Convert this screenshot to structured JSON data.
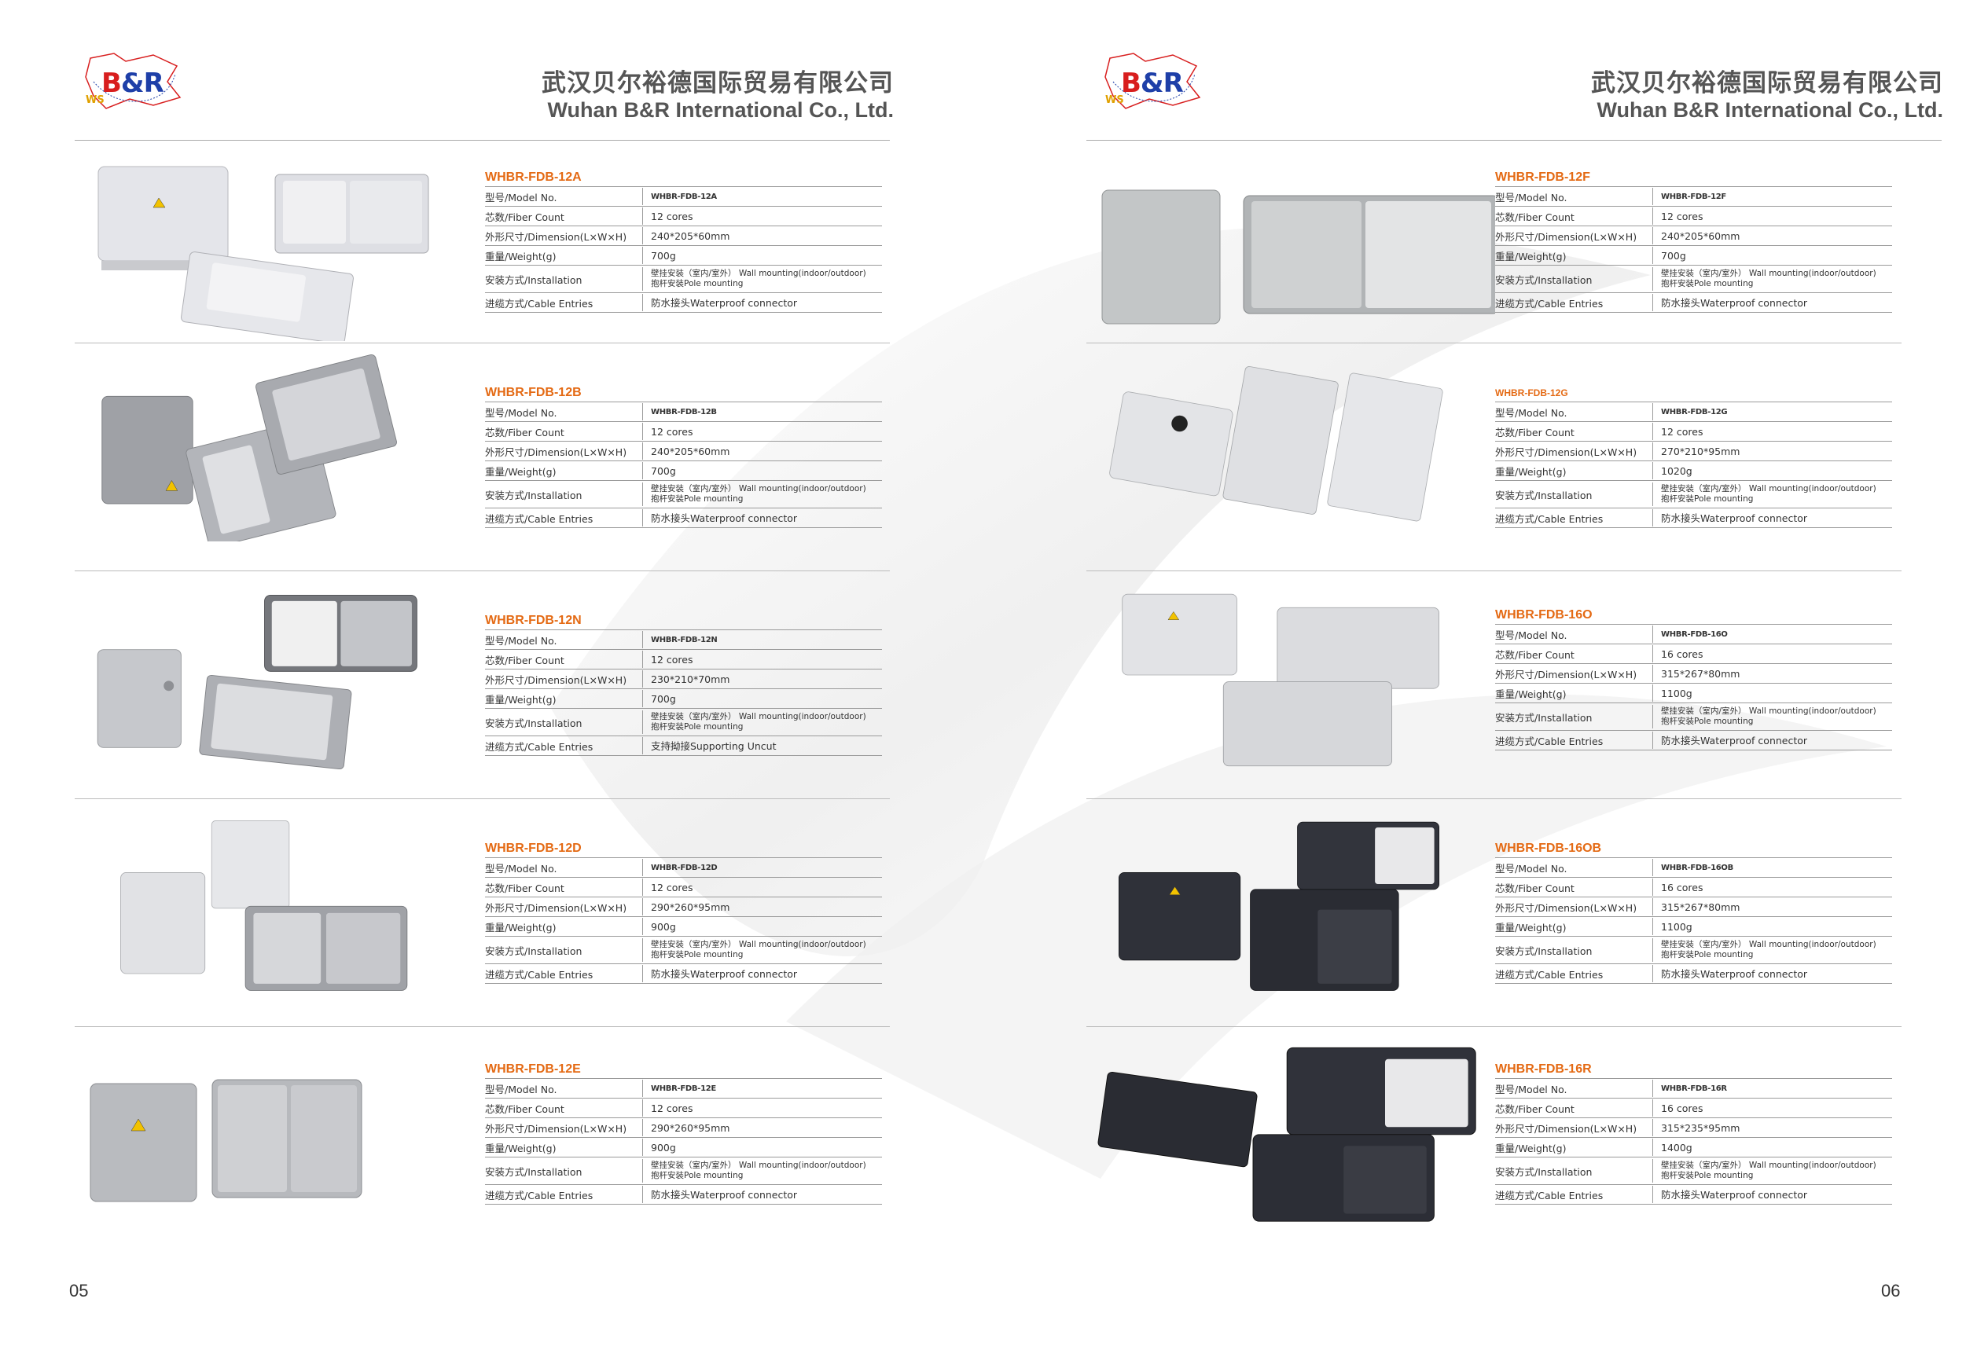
{
  "company": {
    "name_cn": "武汉贝尔裕德国际贸易有限公司",
    "name_en": "Wuhan B&R International Co., Ltd."
  },
  "logo": {
    "brand_b": "B",
    "brand_amp": "&",
    "brand_r": "R",
    "ws": "WS"
  },
  "labels": {
    "model": "型号/Model No.",
    "fiber": "芯数/Fiber Count",
    "dimension": "外形尺寸/Dimension(L×W×H)",
    "weight": "重量/Weight(g)",
    "installation": "安装方式/Installation",
    "cable": "进缆方式/Cable Entries"
  },
  "pages": [
    {
      "page_number": "05",
      "products": [
        {
          "title": "WHBR-FDB-12A",
          "model": "WHBR-FDB-12A",
          "fiber": "12 cores",
          "dimension": "240*205*60mm",
          "weight": "700g",
          "install_1": "壁挂安装（室内/室外） Wall mounting(indoor/outdoor)",
          "install_2": "抱杆安装Pole mounting",
          "cable": "防水接头Waterproof connector"
        },
        {
          "title": "WHBR-FDB-12B",
          "model": "WHBR-FDB-12B",
          "fiber": "12 cores",
          "dimension": "240*205*60mm",
          "weight": "700g",
          "install_1": "壁挂安装（室内/室外） Wall mounting(indoor/outdoor)",
          "install_2": "抱杆安装Pole mounting",
          "cable": "防水接头Waterproof connector"
        },
        {
          "title": "WHBR-FDB-12N",
          "model": "WHBR-FDB-12N",
          "fiber": "12 cores",
          "dimension": "230*210*70mm",
          "weight": "700g",
          "install_1": "壁挂安装（室内/室外） Wall mounting(indoor/outdoor)",
          "install_2": "抱杆安装Pole mounting",
          "cable": "支持拗接Supporting Uncut"
        },
        {
          "title": "WHBR-FDB-12D",
          "model": "WHBR-FDB-12D",
          "fiber": "12 cores",
          "dimension": "290*260*95mm",
          "weight": "900g",
          "install_1": "壁挂安装（室内/室外） Wall mounting(indoor/outdoor)",
          "install_2": "抱杆安装Pole mounting",
          "cable": "防水接头Waterproof connector"
        },
        {
          "title": "WHBR-FDB-12E",
          "model": "WHBR-FDB-12E",
          "fiber": "12 cores",
          "dimension": "290*260*95mm",
          "weight": "900g",
          "install_1": "壁挂安装（室内/室外） Wall mounting(indoor/outdoor)",
          "install_2": "抱杆安装Pole mounting",
          "cable": "防水接头Waterproof connector"
        }
      ]
    },
    {
      "page_number": "06",
      "products": [
        {
          "title": "WHBR-FDB-12F",
          "model": "WHBR-FDB-12F",
          "fiber": "12 cores",
          "dimension": "240*205*60mm",
          "weight": "700g",
          "install_1": "壁挂安装（室内/室外） Wall mounting(indoor/outdoor)",
          "install_2": "抱杆安装Pole mounting",
          "cable": "防水接头Waterproof connector"
        },
        {
          "title": "WHBR-FDB-12G",
          "model": "WHBR-FDB-12G",
          "fiber": "12 cores",
          "dimension": "270*210*95mm",
          "weight": "1020g",
          "install_1": "壁挂安装（室内/室外） Wall mounting(indoor/outdoor)",
          "install_2": "抱杆安装Pole mounting",
          "cable": "防水接头Waterproof connector"
        },
        {
          "title": "WHBR-FDB-16O",
          "model": "WHBR-FDB-16O",
          "fiber": "16 cores",
          "dimension": "315*267*80mm",
          "weight": "1100g",
          "install_1": "壁挂安装（室内/室外） Wall mounting(indoor/outdoor)",
          "install_2": "抱杆安装Pole mounting",
          "cable": "防水接头Waterproof connector"
        },
        {
          "title": "WHBR-FDB-16OB",
          "model": "WHBR-FDB-16OB",
          "fiber": "16 cores",
          "dimension": "315*267*80mm",
          "weight": "1100g",
          "install_1": "壁挂安装（室内/室外） Wall mounting(indoor/outdoor)",
          "install_2": "抱杆安装Pole mounting",
          "cable": "防水接头Waterproof connector"
        },
        {
          "title": "WHBR-FDB-16R",
          "model": "WHBR-FDB-16R",
          "fiber": "16 cores",
          "dimension": "315*235*95mm",
          "weight": "1400g",
          "install_1": "壁挂安装（室内/室外） Wall mounting(indoor/outdoor)",
          "install_2": "抱杆安装Pole mounting",
          "cable": "防水接头Waterproof connector"
        }
      ]
    }
  ],
  "colors": {
    "title_orange": "#e46a14",
    "text": "#333333",
    "rule": "#9a9a9a",
    "box_grey": "#c8c9cc",
    "box_black": "#2a2c33"
  },
  "icons": [
    "logo-icon",
    "fiber-box-icon"
  ]
}
